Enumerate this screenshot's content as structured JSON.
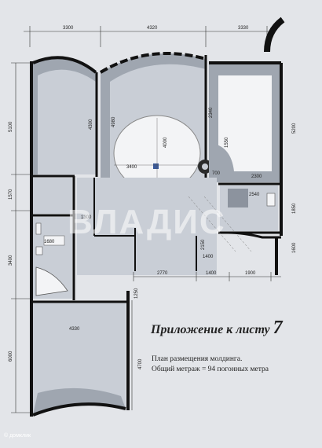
{
  "title": {
    "main": "Приложение к листу",
    "number": "7"
  },
  "caption": {
    "line1": "План размещения  молдинга.",
    "line2": "Общий метраж = 94 погонных метра"
  },
  "watermark": {
    "main": "ВЛАДИС",
    "small": "© домклик"
  },
  "dimensions": {
    "top": [
      "3300",
      "4320",
      "3330"
    ],
    "left": [
      "5100",
      "1570",
      "3400",
      "6000"
    ],
    "hall_height": "4300",
    "center_height": "4980",
    "circle_height": "4000",
    "circle_width": "3400",
    "right_upper": [
      "2340",
      "1550",
      "5200"
    ],
    "right_widths": [
      "700",
      "2300",
      "2540"
    ],
    "mid": [
      "1300",
      "1400",
      "1850"
    ],
    "low": [
      "2770",
      "1400",
      "1900",
      "1250",
      "2150",
      "1600"
    ],
    "bath": "1680",
    "bedroom_width": "4330",
    "bedroom_height": "4700"
  },
  "colors": {
    "molding": "#9fa6b0",
    "room": "#c9ced6",
    "wall": "#111111",
    "paper": "#e3e5e9"
  }
}
